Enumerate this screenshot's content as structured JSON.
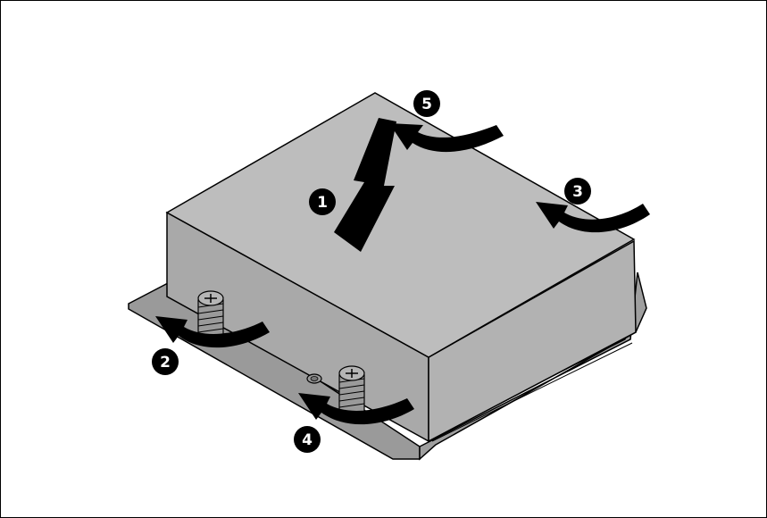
{
  "diagram": {
    "steps": [
      {
        "id": "1",
        "label": "1"
      },
      {
        "id": "2",
        "label": "2"
      },
      {
        "id": "3",
        "label": "3"
      },
      {
        "id": "4",
        "label": "4"
      },
      {
        "id": "5",
        "label": "5"
      }
    ],
    "colors": {
      "outline": "#000000",
      "heatsink_top": "#bdbdbd",
      "heatsink_side": "#a9a9a9",
      "base_plate": "#9a9a9a",
      "badge": "#000000",
      "badge_text": "#ffffff"
    }
  }
}
